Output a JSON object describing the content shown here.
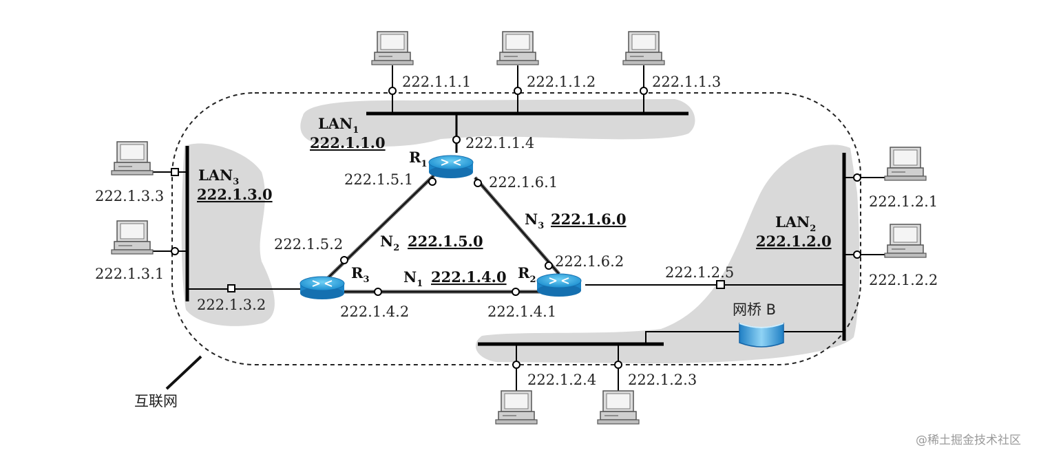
{
  "internet_label": "互联网",
  "watermark": "@稀土掘金技术社区",
  "bridge_label": "网桥 B",
  "lans": {
    "lan1": {
      "name": "LAN",
      "sub": "1",
      "address": "222.1.1.0"
    },
    "lan2": {
      "name": "LAN",
      "sub": "2",
      "address": "222.1.2.0"
    },
    "lan3": {
      "name": "LAN",
      "sub": "3",
      "address": "222.1.3.0"
    }
  },
  "links": {
    "n1": {
      "name": "N",
      "sub": "1",
      "address": "222.1.4.0"
    },
    "n2": {
      "name": "N",
      "sub": "2",
      "address": "222.1.5.0"
    },
    "n3": {
      "name": "N",
      "sub": "3",
      "address": "222.1.6.0"
    }
  },
  "routers": {
    "r1": {
      "name": "R",
      "sub": "1"
    },
    "r2": {
      "name": "R",
      "sub": "2"
    },
    "r3": {
      "name": "R",
      "sub": "3"
    }
  },
  "hosts": {
    "h_1_1_1": "222.1.1.1",
    "h_1_1_2": "222.1.1.2",
    "h_1_1_3": "222.1.1.3",
    "h_1_2_1": "222.1.2.1",
    "h_1_2_2": "222.1.2.2",
    "h_1_2_3": "222.1.2.3",
    "h_1_2_4": "222.1.2.4",
    "h_1_3_1": "222.1.3.1",
    "h_1_3_3": "222.1.3.3"
  },
  "interfaces": {
    "if_1_1_4": "222.1.1.4",
    "if_1_5_1": "222.1.5.1",
    "if_1_6_1": "222.1.6.1",
    "if_1_5_2": "222.1.5.2",
    "if_1_6_2": "222.1.6.2",
    "if_1_4_2": "222.1.4.2",
    "if_1_4_1": "222.1.4.1",
    "if_1_3_2": "222.1.3.2",
    "if_1_2_5": "222.1.2.5"
  }
}
